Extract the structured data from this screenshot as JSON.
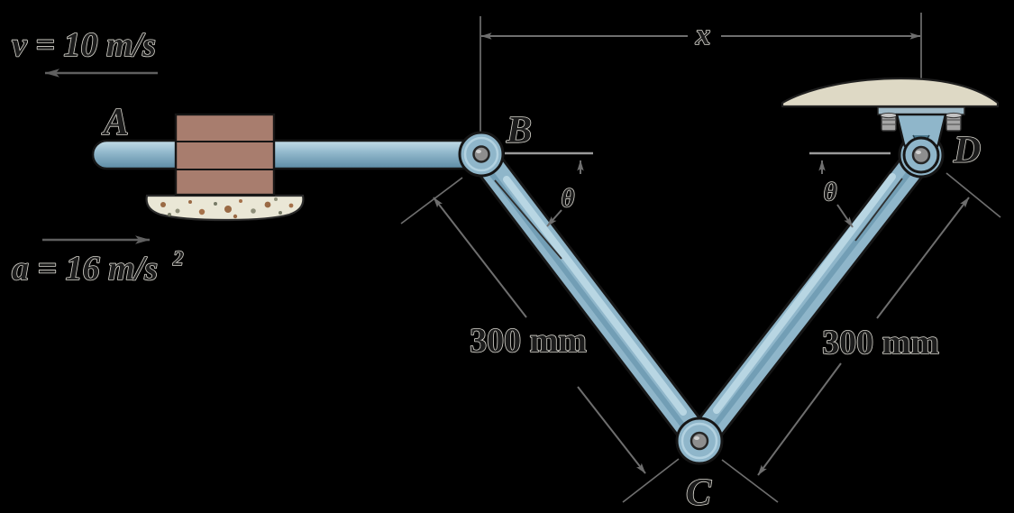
{
  "figure": {
    "type": "mechanics-linkage-diagram",
    "labels": {
      "velocity": "v = 10 m/s",
      "acceleration": "a = 16 m/s",
      "acceleration_exponent": "2",
      "point_a": "A",
      "point_b": "B",
      "point_c": "C",
      "point_d": "D",
      "theta_b": "θ",
      "theta_d": "θ",
      "dim_x": "x",
      "dim_bc": "300 mm",
      "dim_cd": "300 mm"
    },
    "colors": {
      "background": "#000000",
      "link_fill": "#8fb6ca",
      "link_highlight": "#bcd9e6",
      "link_shadow": "#6d9ab1",
      "outline": "#161616",
      "dimension_line": "#6e6e6e",
      "reference_line": "#9a9a9a",
      "text_fill": "#1c1c1c",
      "text_emboss": "#d8d6ce",
      "block_fill": "#a87d6e",
      "ground_fill": "#eae7d6",
      "seat_fill": "#ded9c5",
      "pin_fill": "#8e8e8e"
    }
  }
}
